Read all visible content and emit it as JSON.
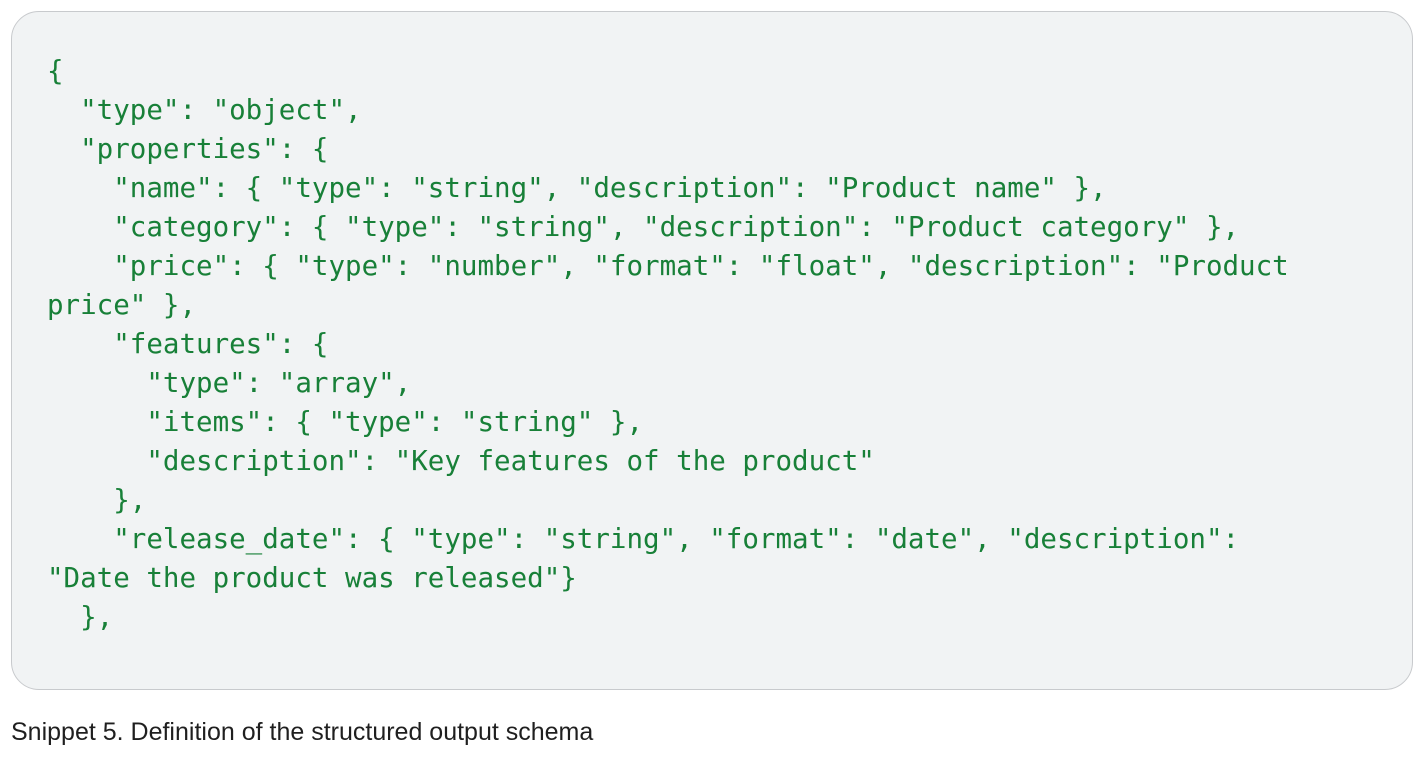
{
  "code_snippet": {
    "lines": [
      "{",
      "  \"type\": \"object\",",
      "  \"properties\": {",
      "    \"name\": { \"type\": \"string\", \"description\": \"Product name\" },",
      "    \"category\": { \"type\": \"string\", \"description\": \"Product category\" },",
      "    \"price\": { \"type\": \"number\", \"format\": \"float\", \"description\": \"Product",
      "price\" },",
      "    \"features\": {",
      "      \"type\": \"array\",",
      "      \"items\": { \"type\": \"string\" },",
      "      \"description\": \"Key features of the product\"",
      "    },",
      "    \"release_date\": { \"type\": \"string\", \"format\": \"date\", \"description\":",
      "\"Date the product was released\"}",
      "  },"
    ]
  },
  "caption": {
    "text": "Snippet 5. Definition of the structured output schema"
  },
  "colors": {
    "code_text": "#188038",
    "code_background": "#f1f3f4",
    "caption_text": "#1f1f1f"
  }
}
